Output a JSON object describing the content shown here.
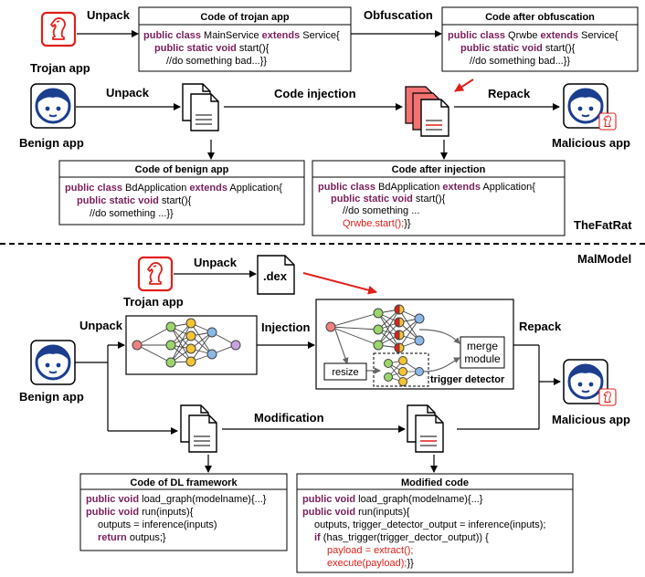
{
  "top": {
    "unpack_label": "Unpack",
    "trojan_app_label": "Trojan app",
    "trojan_code_title": "Code of trojan app",
    "trojan_code": {
      "l1_kw1": "public class",
      "l1_mid": " MainService ",
      "l1_kw2": "extends",
      "l1_end": " Service{",
      "l2_kw": "public static void",
      "l2_end": " start(){",
      "l3": "//do something bad...}}"
    },
    "obfuscation_label": "Obfuscation",
    "obf_code_title": "Code after obfuscation",
    "obf_code": {
      "l1_kw1": "public class",
      "l1_mid": " Qrwbe ",
      "l1_kw2": "extends",
      "l1_end": " Service{",
      "l2_kw": "public static void",
      "l2_end": " start(){",
      "l3": "//do something bad...}}"
    },
    "benign_app_label": "Benign app",
    "unpack2_label": "Unpack",
    "code_injection_label": "Code injection",
    "repack_label": "Repack",
    "malicious_app_label": "Malicious app",
    "benign_code_title": "Code of benign app",
    "benign_code": {
      "l1_kw1": "public class",
      "l1_mid": " BdApplication ",
      "l1_kw2": "extends",
      "l1_end": " Application{",
      "l2_kw": "public static void",
      "l2_end": " start(){",
      "l3": "//do something ...}}"
    },
    "inj_code_title": "Code after injection",
    "inj_code": {
      "l1_kw1": "public class",
      "l1_mid": " BdApplication ",
      "l1_kw2": "extends",
      "l1_end": " Application{",
      "l2_kw": "public static void",
      "l2_end": " start(){",
      "l3": "//do something ...",
      "l4_red": "Qrwbe.start();",
      "l4_end": "}}"
    },
    "section_label": "TheFatRat"
  },
  "bottom": {
    "section_label": "MalModel",
    "trojan_app_label": "Trojan app",
    "unpack_label": "Unpack",
    "dex_label": ".dex",
    "benign_app_label": "Benign app",
    "unpack2_label": "Unpack",
    "injection_label": "Injection",
    "repack_label": "Repack",
    "resize_label": "resize",
    "merge_label_1": "merge",
    "merge_label_2": "module",
    "trigger_label": "trigger detector",
    "modification_label": "Modification",
    "malicious_app_label": "Malicious app",
    "dl_code_title": "Code of DL framework",
    "dl_code": {
      "l1_kw": "public void",
      "l1_end": " load_graph(modelname){...}",
      "l2_kw": "public void",
      "l2_end": " run(inputs){",
      "l3": "outputs = inference(inputs)",
      "l4_kw": "return",
      "l4_end": " outpus;}"
    },
    "mod_code_title": "Modified code",
    "mod_code": {
      "l1_kw": "public void",
      "l1_end": " load_graph(modelname){...}",
      "l2_kw": "public void",
      "l2_end": " run(inputs){",
      "l3": "outputs, trigger_detector_output = inference(inputs);",
      "l4_kw": "if",
      "l4_end": " (has_trigger(trigger_dector_output)) {",
      "l5_red": "payload = extract();",
      "l6_red": "execute(payload);",
      "l6_end": "}}"
    }
  },
  "colors": {
    "keyword": "#7a1f5c",
    "payload_red": "#e0201a",
    "app_icon_blue": "#1b3e8f",
    "node_green": "#9bd66a",
    "node_yellow": "#f5c432",
    "node_blue": "#8ab8e8",
    "node_purple": "#c9a3e0",
    "node_red": "#f08080"
  }
}
